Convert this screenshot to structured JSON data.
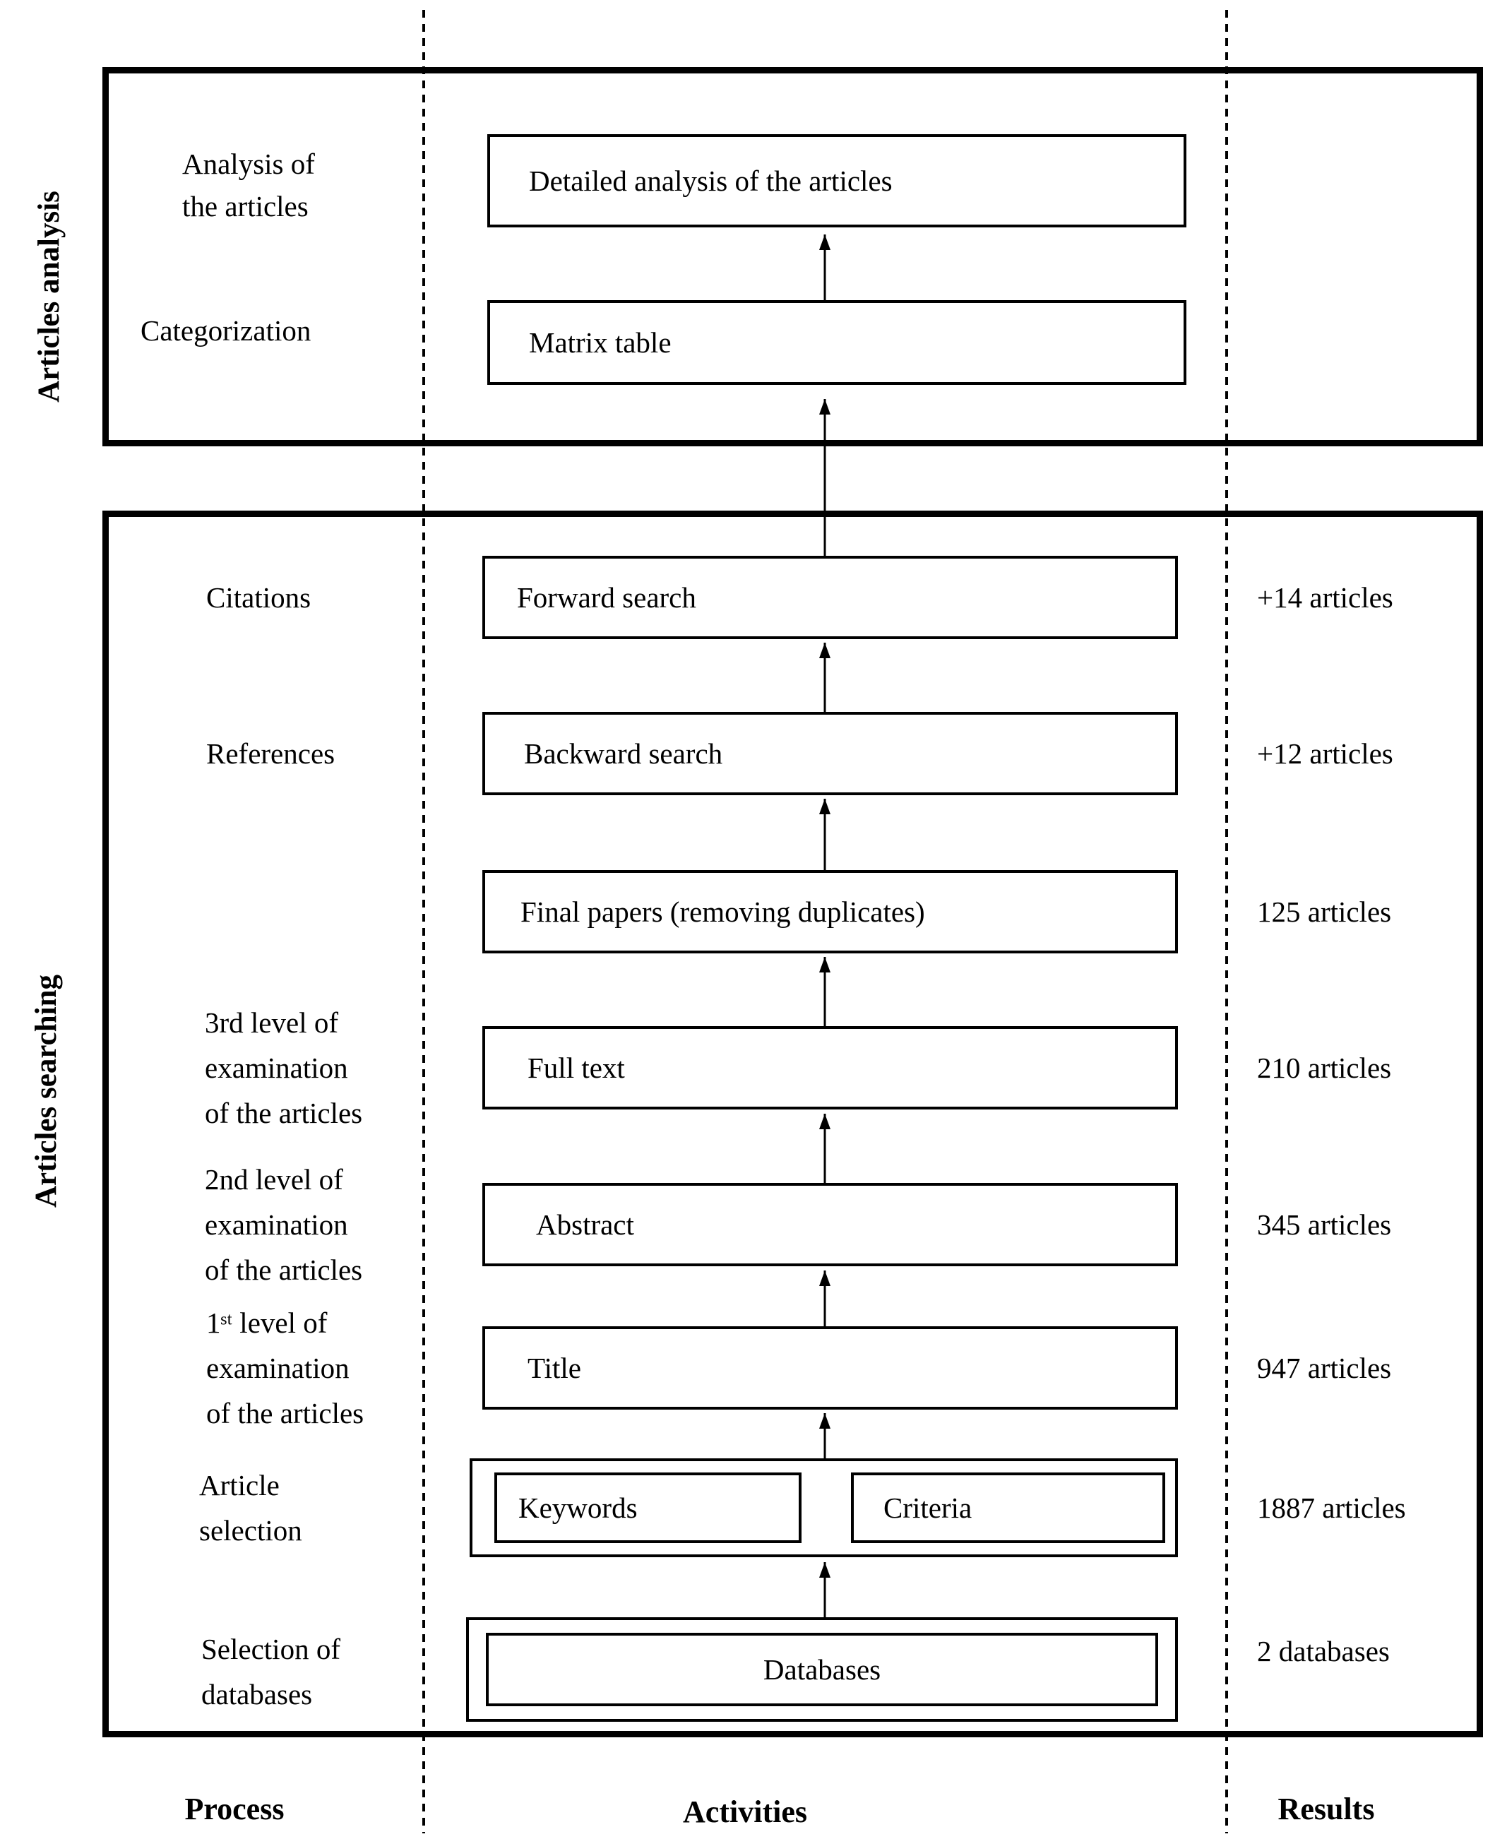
{
  "side_labels": {
    "analysis": "Articles analysis",
    "searching": "Articles searching"
  },
  "analysis": {
    "row1": {
      "process": "Analysis of\nthe articles",
      "activity": "Detailed analysis of the articles"
    },
    "row2": {
      "process": "Categorization",
      "activity": "Matrix table"
    }
  },
  "searching": {
    "row1": {
      "process": "Citations",
      "activity": "Forward search",
      "result": "+14 articles"
    },
    "row2": {
      "process": "References",
      "activity": "Backward search",
      "result": "+12 articles"
    },
    "row3": {
      "activity": "Final papers (removing duplicates)",
      "result": "125 articles"
    },
    "row4": {
      "process": "3rd level of\nexamination\nof the articles",
      "activity": "Full text",
      "result": "210 articles"
    },
    "row5": {
      "process": "2nd level of\nexamination\nof the articles",
      "activity": "Abstract",
      "result": "345 articles"
    },
    "row6": {
      "process": "1ˢᵗ level of\nexamination\nof the articles",
      "activity": "Title",
      "result": "947 articles"
    },
    "row7": {
      "process": "Article\nselection",
      "keywords": "Keywords",
      "criteria": "Criteria",
      "result": "1887 articles"
    },
    "row8": {
      "process": "Selection of\ndatabases",
      "activity": "Databases",
      "result": "2 databases"
    }
  },
  "footer": {
    "process": "Process",
    "activities": "Activities",
    "results": "Results"
  },
  "colors": {
    "ink": "#000000",
    "background": "#ffffff"
  }
}
